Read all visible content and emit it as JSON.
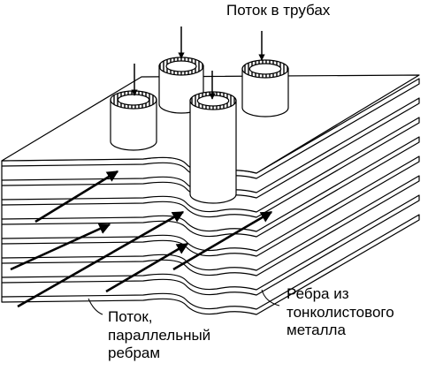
{
  "labels": {
    "tube_flow": "Поток в трубах",
    "fins": [
      "Ребра из",
      "тонколистового",
      "металла"
    ],
    "parallel_flow": [
      "Поток,",
      "параллельный",
      "ребрам"
    ]
  },
  "colors": {
    "stroke": "#000000",
    "background": "#ffffff"
  }
}
